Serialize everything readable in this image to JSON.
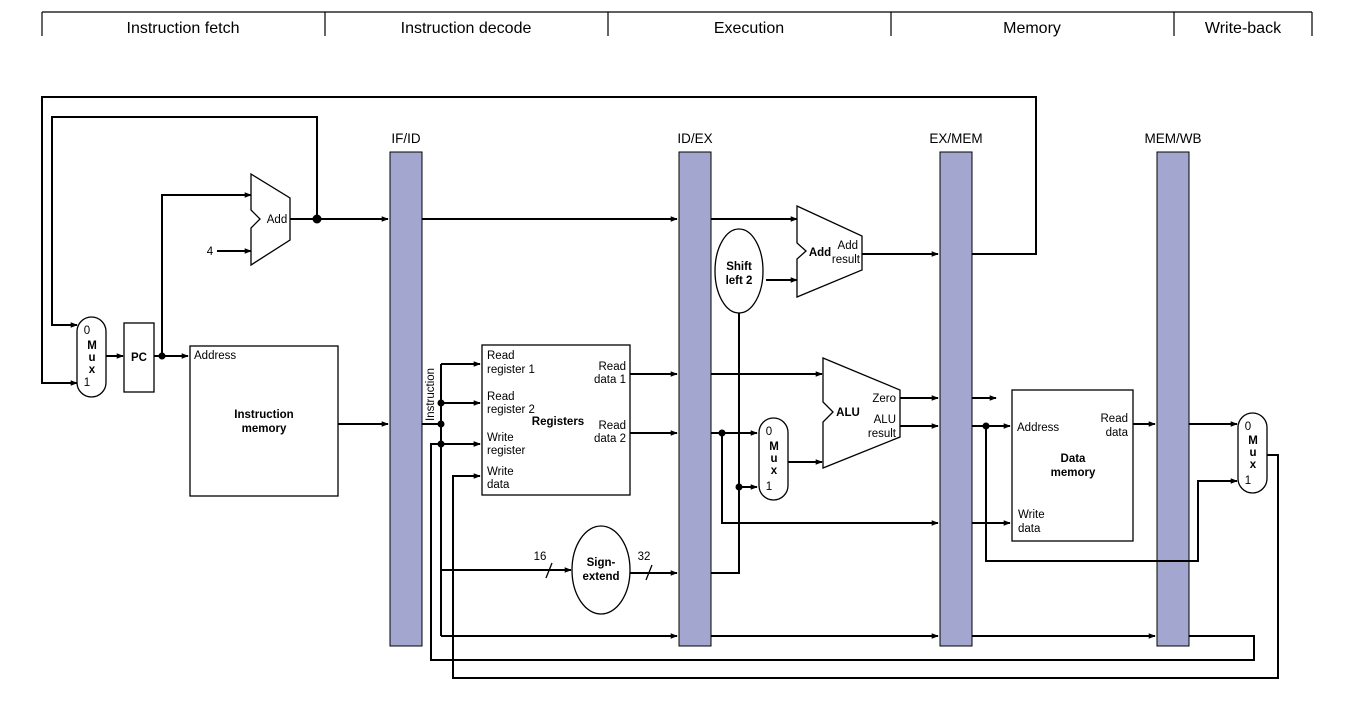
{
  "stages": [
    "Instruction fetch",
    "Instruction decode",
    "Execution",
    "Memory",
    "Write-back"
  ],
  "pipeline_registers": [
    "IF/ID",
    "ID/EX",
    "EX/MEM",
    "MEM/WB"
  ],
  "pc": "PC",
  "constant_four": "4",
  "adders": {
    "pc_add": "Add",
    "branch_add": "Add",
    "branch_add_result_1": "Add",
    "branch_add_result_2": "result"
  },
  "muxes": {
    "mux_label": [
      "M",
      "u",
      "x"
    ],
    "input_0": "0",
    "input_1": "1"
  },
  "instruction_memory": {
    "address": "Address",
    "title_1": "Instruction",
    "title_2": "memory"
  },
  "instruction_bus_label": "Instruction",
  "registers": {
    "title": "Registers",
    "read_register_1": [
      "Read",
      "register 1"
    ],
    "read_register_2": [
      "Read",
      "register 2"
    ],
    "write_register": [
      "Write",
      "register"
    ],
    "write_data": [
      "Write",
      "data"
    ],
    "read_data_1": [
      "Read",
      "data 1"
    ],
    "read_data_2": [
      "Read",
      "data 2"
    ]
  },
  "shift_left": [
    "Shift",
    "left 2"
  ],
  "sign_extend": {
    "title": [
      "Sign-",
      "extend"
    ],
    "in_width": "16",
    "out_width": "32"
  },
  "alu": {
    "title": "ALU",
    "zero": "Zero",
    "result": [
      "ALU",
      "result"
    ]
  },
  "data_memory": {
    "address": "Address",
    "title": [
      "Data",
      "memory"
    ],
    "read_data": [
      "Read",
      "data"
    ],
    "write_data": [
      "Write",
      "data"
    ]
  }
}
